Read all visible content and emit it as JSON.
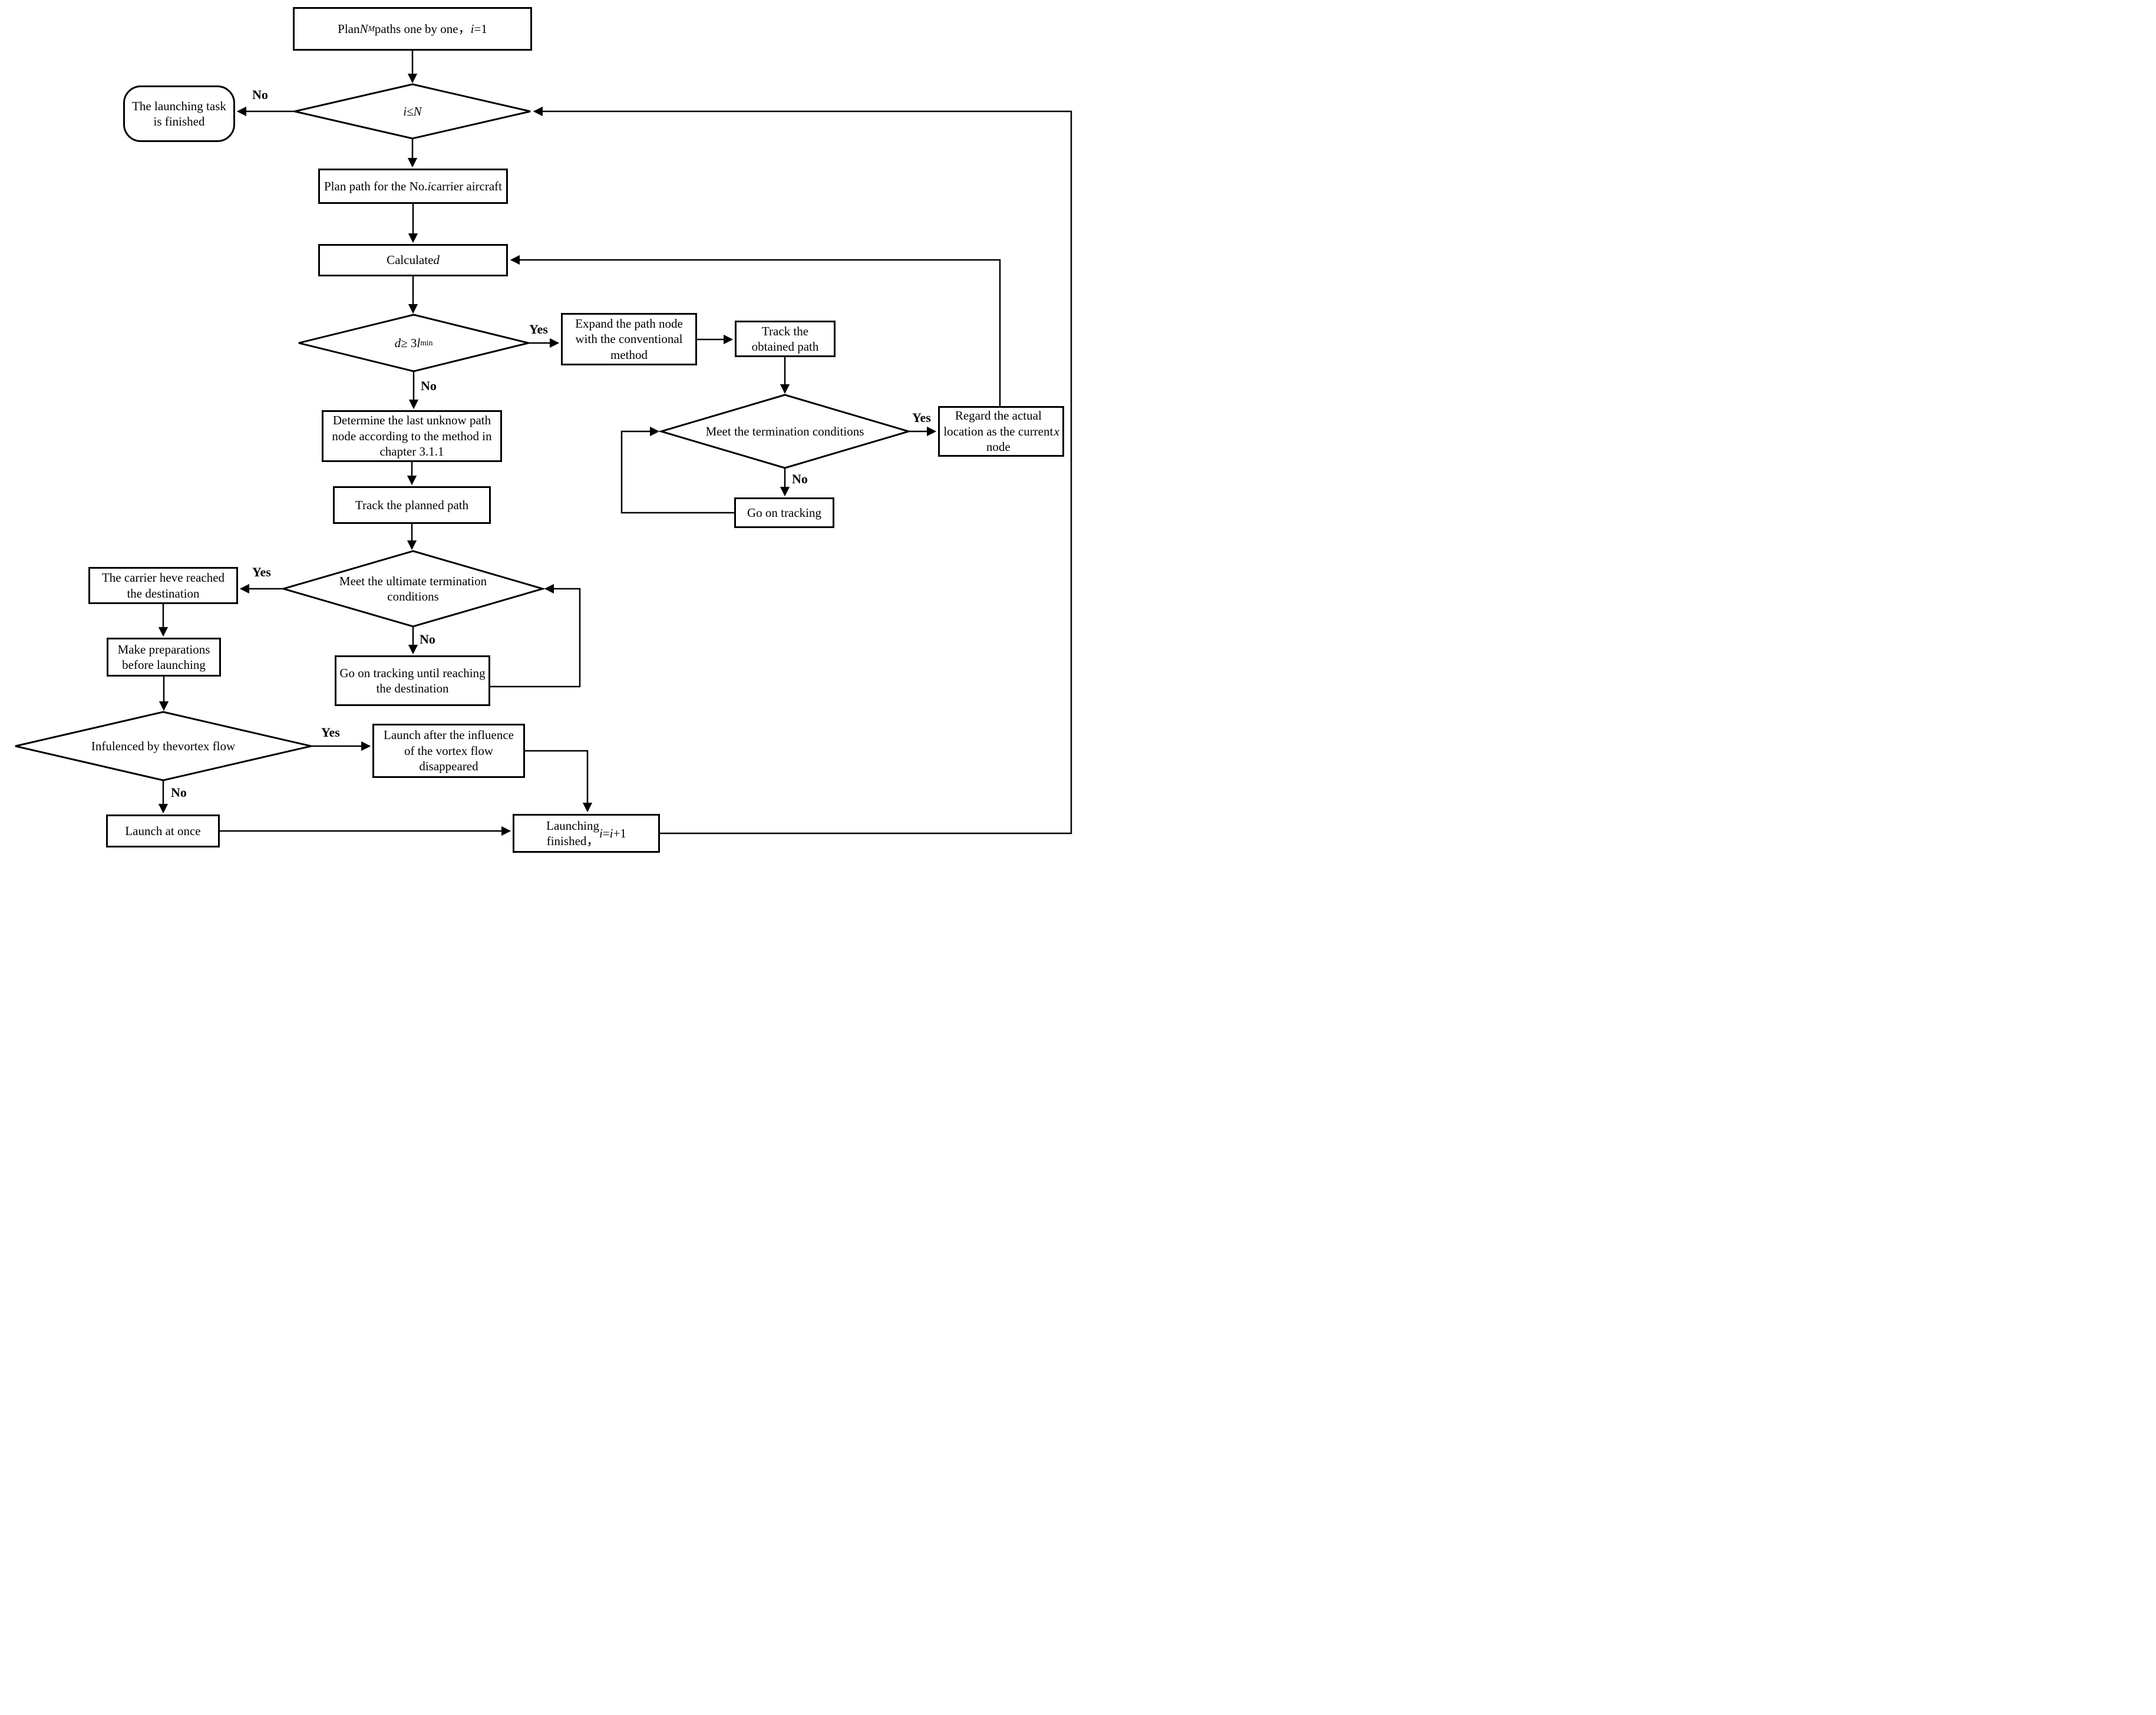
{
  "colors": {
    "background": "#ffffff",
    "stroke": "#000000",
    "text": "#000000"
  },
  "nodes": {
    "plan_paths": {
      "label": "Plan <i>N</i><sub><i>M</i></sub> paths one by one，<i>i</i>=1"
    },
    "i_le_n": {
      "label": "<i>i</i> ≤ <i>N</i>"
    },
    "task_finished": {
      "label": "The launching task is finished"
    },
    "plan_path_i": {
      "label": "Plan path for the No.<i>i</i> carrier aircraft"
    },
    "calculate_d": {
      "label": "Calculate <i>d</i>"
    },
    "d_3lmin": {
      "label": "<i>d</i> ≥ 3<i>l</i><sub>min</sub>"
    },
    "expand_node": {
      "label": "Expand the path node with the conventional method"
    },
    "track_obtained": {
      "label": "Track the obtained path"
    },
    "termination": {
      "label": "Meet the termination conditions"
    },
    "regard_location": {
      "label": "Regard the actual location as the current node <i>x</i>"
    },
    "go_on_tracking": {
      "label": "Go on tracking"
    },
    "determine_node": {
      "label": "Determine the last unknow path node according to the method in chapter 3.1.1"
    },
    "track_planned": {
      "label": "Track the planned path"
    },
    "ultimate": {
      "label": "Meet the ultimate termination conditions"
    },
    "carrier_reached": {
      "label": "The carrier heve reached the destination"
    },
    "preparations": {
      "label": "Make preparations before launching"
    },
    "vortex": {
      "label": "Infulenced by thevortex flow"
    },
    "launch_after": {
      "label": "Launch after the influence of the vortex flow disappeared"
    },
    "go_on_until": {
      "label": "Go on tracking until reaching the destination"
    },
    "launch_at_once": {
      "label": "Launch at once"
    },
    "launching_finished": {
      "label": "Launching<br>finished，<i>i</i>=<i>i</i>+1"
    }
  },
  "edge_labels": {
    "i_le_n_no": "No",
    "d_3lmin_yes": "Yes",
    "d_3lmin_no": "No",
    "termination_yes": "Yes",
    "termination_no": "No",
    "ultimate_yes": "Yes",
    "ultimate_no": "No",
    "vortex_yes": "Yes",
    "vortex_no": "No"
  }
}
